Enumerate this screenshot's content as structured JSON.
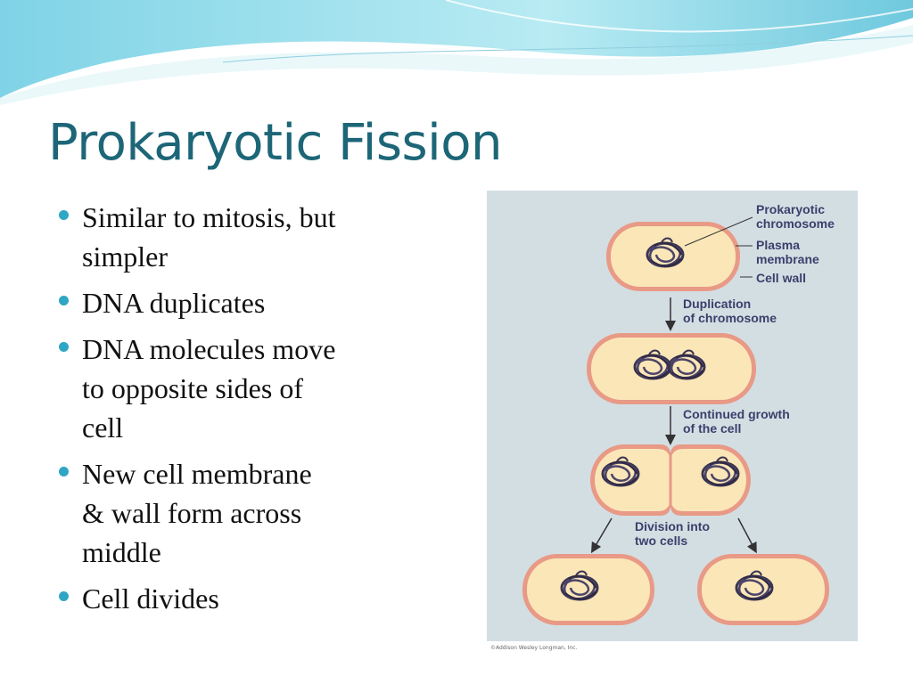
{
  "slide": {
    "title": "Prokaryotic Fission",
    "bullets": [
      {
        "lines": [
          "Similar to mitosis, but",
          "simpler"
        ]
      },
      {
        "lines": [
          "DNA duplicates"
        ]
      },
      {
        "lines": [
          "DNA molecules move",
          "to opposite sides of",
          "cell"
        ]
      },
      {
        "lines": [
          "New cell membrane",
          "& wall form across",
          "middle"
        ]
      },
      {
        "lines": [
          "Cell divides"
        ]
      }
    ]
  },
  "figure": {
    "labels": {
      "prokaryotic": "Prokaryotic",
      "chromosome": "chromosome",
      "plasma": "Plasma",
      "membrane": "membrane",
      "cell_wall": "Cell wall",
      "duplication": "Duplication",
      "of_chromosome": "of chromosome",
      "continued_growth": "Continued growth",
      "of_the_cell": "of the cell",
      "division_into": "Division into",
      "two_cells": "two cells"
    },
    "credit": "©Addison Wesley Longman, Inc."
  },
  "colors": {
    "title": "#1d6678",
    "bullet": "#2ea6c4",
    "figure_bg": "#d3dee3",
    "cell_fill": "#fbe6b8",
    "cell_wall": "#e89a86",
    "label": "#3b3f6b"
  }
}
